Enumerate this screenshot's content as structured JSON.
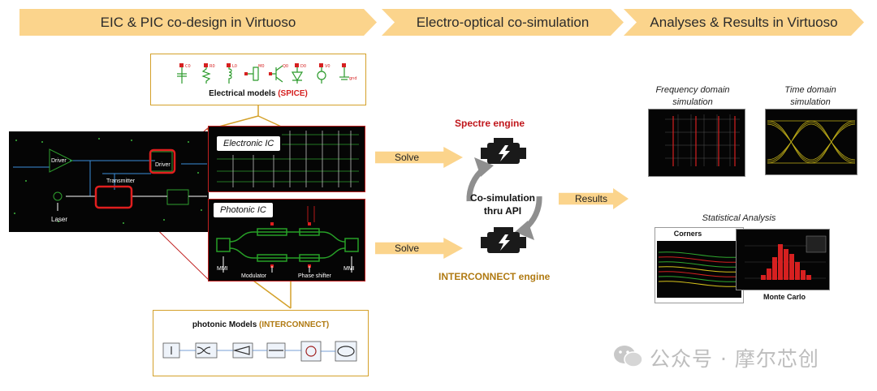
{
  "header": {
    "stage1": "EIC & PIC co-design in Virtuoso",
    "stage2": "Electro-optical co-simulation",
    "stage3": "Analyses & Results in Virtuoso"
  },
  "electrical_models": {
    "title_main": "Electrical models ",
    "title_highlight": "(SPICE)",
    "symbols": [
      "C0",
      "R0",
      "L0",
      "M0",
      "Q0",
      "D0",
      "V0",
      "gnd"
    ]
  },
  "photonic_models": {
    "title_main": "photonic Models ",
    "title_highlight": "(INTERCONNECT)"
  },
  "schematic": {
    "driver_left": "Driver",
    "driver_right": "Driver",
    "transmitter": "Transmitter",
    "laser": "Laser"
  },
  "electronic_ic": {
    "label": "Electronic IC"
  },
  "photonic_ic": {
    "label": "Photonic IC",
    "mmi_left": "MMI",
    "modulator": "Modulator",
    "phase_shifter": "Phase shifter",
    "mmi_right": "MMI"
  },
  "flow": {
    "solve_top": "Solve",
    "solve_bottom": "Solve",
    "spectre_engine": "Spectre engine",
    "cosim_line1": "Co-simulation",
    "cosim_line2": "thru API",
    "interconnect_engine": "INTERCONNECT engine",
    "results": "Results"
  },
  "results": {
    "freq_title_1": "Frequency domain",
    "freq_title_2": "simulation",
    "time_title_1": "Time domain",
    "time_title_2": "simulation",
    "stat_title": "Statistical Analysis",
    "corners": "Corners",
    "monte_carlo": "Monte Carlo"
  },
  "colors": {
    "chevron": "#fbd48c",
    "highlight_red": "#d62020",
    "interconnect_gold": "#b07a12",
    "spectre_red": "#c0161b",
    "cycle_gray": "#8f8f8f"
  },
  "watermark": "公众号 · 摩尔芯创"
}
